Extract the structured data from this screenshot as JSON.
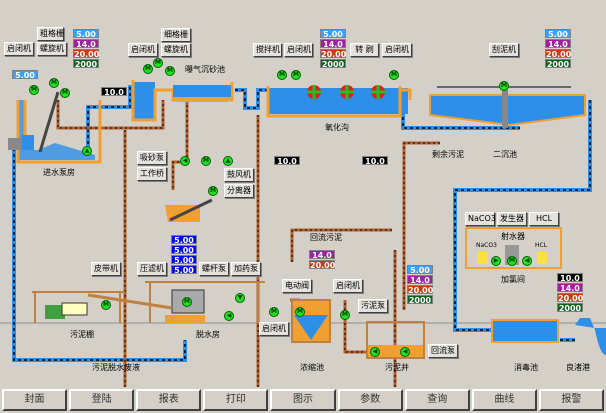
{
  "motor_label": "M",
  "colors": {
    "water": "#2e8fe8",
    "sludge": "#b06030",
    "tank": "#f0a030",
    "motor": "#20e020",
    "ground": "#909090"
  },
  "buttons": {
    "coarse_screen": "粗格栅",
    "gate1": "启闭机",
    "screw1": "螺旋机",
    "fine_screen": "细格栅",
    "gate2": "启闭机",
    "screw2": "螺旋机",
    "mixer": "搅拌机",
    "gate3": "启闭机",
    "rotor": "转 刷",
    "gate4": "启闭机",
    "scraper": "刮泥机",
    "sand_pump": "吸砂泵",
    "work_bridge": "工作桥",
    "blower": "鼓风机",
    "separator": "分离器",
    "belt": "皮带机",
    "press": "压滤机",
    "screw_pump": "螺杆泵",
    "dosing_pump": "加药泵",
    "electric_valve": "电动阀",
    "gate5": "启闭机",
    "sludge_pump": "污泥泵",
    "gate6": "启闭机",
    "return_pump": "回流泵",
    "naco3": "NaCO3",
    "generator": "发生器",
    "hcl": "HCL"
  },
  "labels": {
    "aerated_grit": "曝气沉砂池",
    "oxidation_ditch": "氧化沟",
    "excess_sludge": "剩余污泥",
    "secondary_clarifier": "二沉池",
    "inlet_pump_house": "进水泵房",
    "return_sludge": "回流污泥",
    "sludge_shed": "污泥棚",
    "dewater_house": "脱水房",
    "thickener": "浓缩池",
    "sludge_well": "污泥井",
    "disinfection": "消毒池",
    "river": "良渚港",
    "dewater_waste": "污泥脱水废液",
    "ejector": "射水器",
    "chlorine_room": "加氯间",
    "tank_naco3": "NaCO3",
    "tank_hcl": "HCL"
  },
  "readings": {
    "inlet_level": "5.00",
    "s1": [
      "5.00",
      "14.0",
      "20.00",
      "2000"
    ],
    "grit_flow": "10.0",
    "s2": [
      "5.00",
      "14.0",
      "20.00",
      "2000"
    ],
    "s3": [
      "5.00",
      "14.0",
      "20.00",
      "2000"
    ],
    "excess_flow": "10.0",
    "air_flow": "10.0",
    "press_stack": [
      "5.00",
      "5.00",
      "5.00",
      "5.00"
    ],
    "thickener_stack": [
      "14.0",
      "20.00"
    ],
    "well_stack": [
      "5.00",
      "14.0",
      "20.00",
      "2000"
    ],
    "outlet_stack": [
      "10.0",
      "14.0",
      "20.00",
      "2000"
    ]
  },
  "nav": [
    "封面",
    "登陆",
    "报表",
    "打印",
    "图示",
    "参数",
    "查询",
    "曲线",
    "报警"
  ]
}
